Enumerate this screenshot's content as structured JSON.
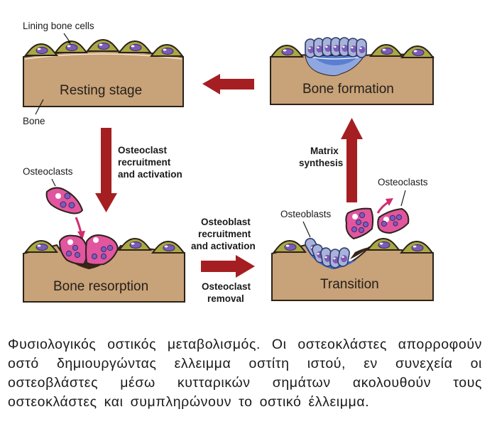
{
  "figure": {
    "labels": {
      "lining_bone_cells": "Lining bone cells",
      "bone": "Bone",
      "osteoclasts_left": "Osteoclasts",
      "osteoclasts_right": "Osteoclasts",
      "osteoblasts": "Osteoblasts"
    },
    "stages": {
      "resting": "Resting stage",
      "formation": "Bone formation",
      "resorption": "Bone resorption",
      "transition": "Transition"
    },
    "arrows": {
      "down": [
        "Osteoclast",
        "recruitment",
        "and activation"
      ],
      "right_top": [
        "Osteoblast",
        "recruitment",
        "and activation"
      ],
      "right_bottom": [
        "Osteoclast",
        "removal"
      ],
      "up": [
        "Matrix",
        "synthesis"
      ]
    },
    "colors": {
      "bone": "#c8a278",
      "bone_outline": "#2b2218",
      "lining_cell": "#a9a844",
      "nucleus": "#7d5bb8",
      "osteoclast": "#e2559f",
      "osteoblast": "#a9b3d9",
      "new_matrix": "#5b7fd0",
      "arrow": "#a51e22",
      "pink_arrow": "#d02d6f",
      "resorbed": "#3a2418"
    }
  },
  "caption": "Φυσιολογικός οστικός μεταβολισμός. Οι οστεοκλάστες απορροφούν οστό δημιουργώντας ελλειμμα οστίτη ιστού, εν συνεχεία οι οστεοβλάστες μέσω κυτταρικών σημάτων ακολουθούν τους οστεοκλάστες και συμπληρώνουν το οστικό έλλειμμα."
}
